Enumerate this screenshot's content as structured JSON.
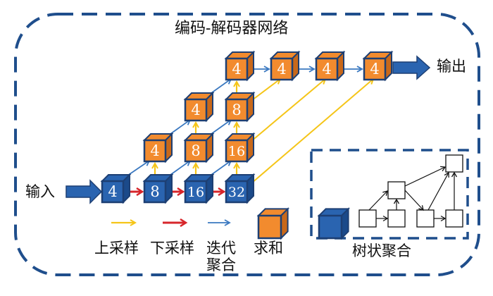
{
  "title": "编码-解码器网络",
  "input_label": "输入",
  "output_label": "输出",
  "colors": {
    "frame": "#1f4e8c",
    "blue_cube": "#2a64b0",
    "blue_cube_dark": "#1b4a8a",
    "orange_cube": "#f28b2e",
    "orange_cube_dark": "#c8681a",
    "cube_edge": "#1d3f73",
    "upsample": "#f5c518",
    "downsample": "#d7262b",
    "iterative": "#3a78c0",
    "big_arrow": "#2a64b0"
  },
  "encoder_cubes": [
    "4",
    "8",
    "16",
    "32"
  ],
  "decoder_rows": [
    [
      "4",
      "8",
      "16"
    ],
    [
      "4",
      "8"
    ],
    [
      "4"
    ]
  ],
  "output_cubes": [
    "4",
    "4",
    "4",
    "4"
  ],
  "legend": {
    "upsample": "上采样",
    "downsample": "下采样",
    "iterative_line1": "迭代",
    "iterative_line2": "聚合",
    "sum": "求和"
  },
  "tree_label": "树状聚合"
}
